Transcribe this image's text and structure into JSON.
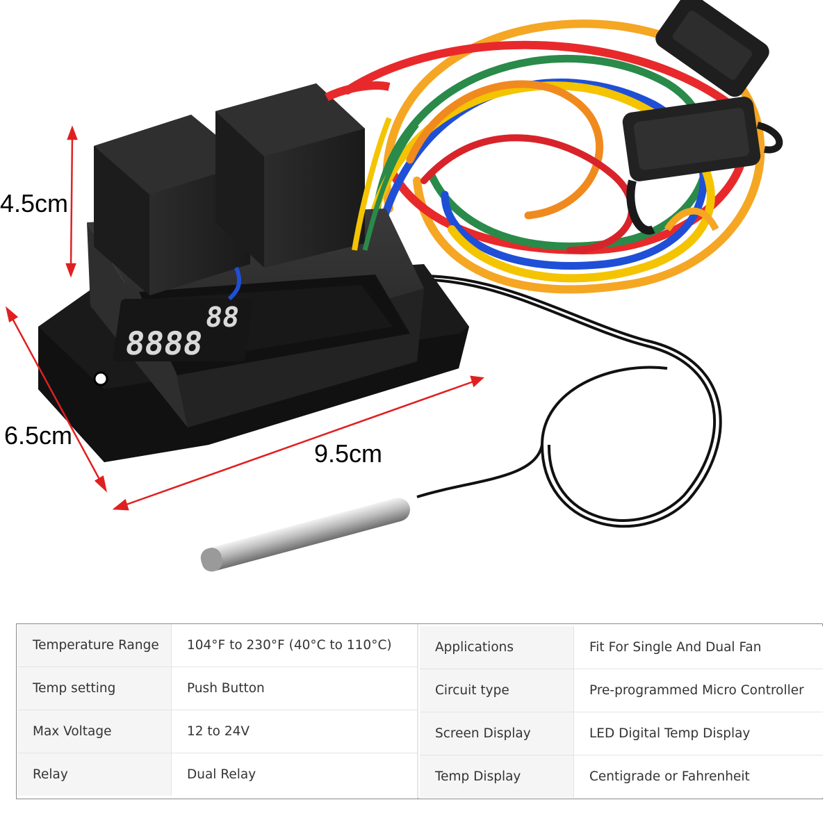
{
  "dimensions": {
    "height": "4.5cm",
    "depth": "6.5cm",
    "width": "9.5cm"
  },
  "display_readout": "8.8.8.8",
  "accent_color": "#e02020",
  "wire_colors": [
    "#e8292b",
    "#f5a623",
    "#f4c400",
    "#1f4fd6",
    "#2a8a4a",
    "#111111"
  ],
  "specs_left": [
    {
      "label": "Temperature Range",
      "value": "104°F to 230°F (40°C to 110°C)"
    },
    {
      "label": "Temp setting",
      "value": "Push Button"
    },
    {
      "label": "Max Voltage",
      "value": "12 to 24V"
    },
    {
      "label": "Relay",
      "value": "Dual Relay"
    }
  ],
  "specs_right": [
    {
      "label": "Applications",
      "value": "Fit For Single And Dual Fan"
    },
    {
      "label": "Circuit type",
      "value": "Pre-programmed Micro Controller"
    },
    {
      "label": "Screen Display",
      "value": "LED Digital Temp Display"
    },
    {
      "label": "Temp Display",
      "value": "Centigrade or Fahrenheit"
    }
  ]
}
